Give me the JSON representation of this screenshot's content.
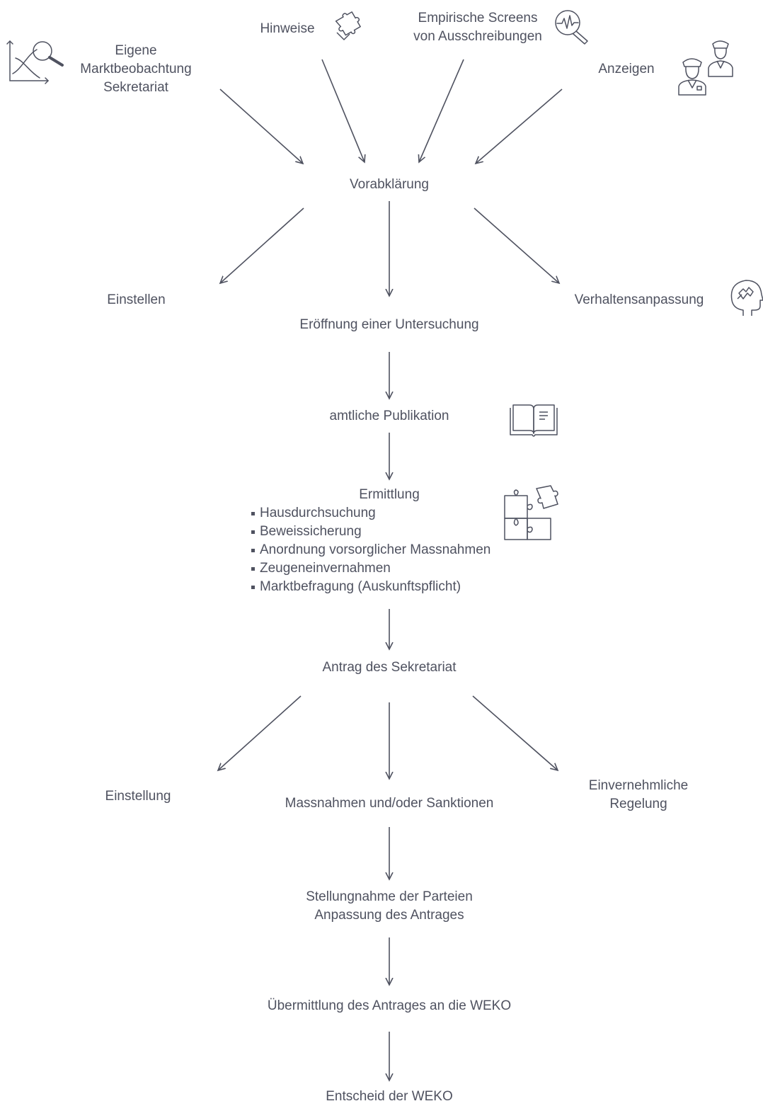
{
  "diagram": {
    "sources": {
      "eigene": [
        "Eigene",
        "Marktbeobachtung",
        "Sekretariat"
      ],
      "hinweise": "Hinweise",
      "screens": [
        "Empirische Screens",
        "von Ausschreibungen"
      ],
      "anzeigen": "Anzeigen"
    },
    "vorabklaerung": "Vorabklärung",
    "einstellen": "Einstellen",
    "eroeffnung": "Eröffnung einer Untersuchung",
    "verhaltensanpassung": "Verhaltensanpassung",
    "publikation": "amtliche Publikation",
    "ermittlung": {
      "title": "Ermittlung",
      "items": [
        "Hausdurchsuchung",
        "Beweissicherung",
        "Anordnung vorsorglicher Massnahmen",
        "Zeugeneinvernahmen",
        "Marktbefragung (Auskunftspflicht)"
      ]
    },
    "antrag": "Antrag des Sekretariat",
    "einstellung": "Einstellung",
    "massnahmen": "Massnahmen und/oder  Sanktionen",
    "einvernehmlich": [
      "Einvernehmliche",
      "Regelung"
    ],
    "stellungnahme": [
      "Stellungnahme der Parteien",
      "Anpassung des Antrages"
    ],
    "uebermittlung": "Übermittlung des Antrages an die WEKO",
    "entscheid": "Entscheid der WEKO"
  },
  "colors": {
    "text": "#4f5260",
    "arrow": "#4f5260"
  },
  "icons": [
    "chart-magnifier-icon",
    "puzzle-piece-icon",
    "pulse-magnifier-icon",
    "police-officers-icon",
    "head-puzzle-icon",
    "open-book-icon",
    "puzzle-pieces-icon"
  ]
}
